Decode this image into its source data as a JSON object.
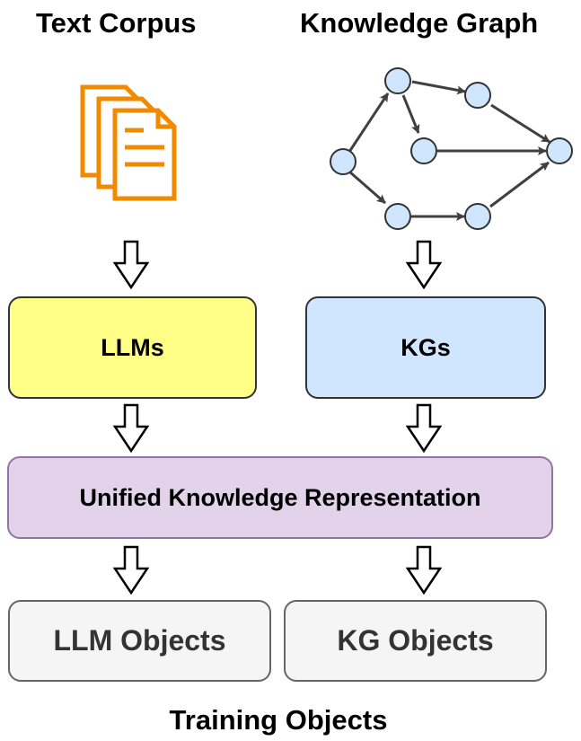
{
  "headings": {
    "text_corpus": "Text Corpus",
    "knowledge_graph": "Knowledge Graph",
    "training_objects": "Training Objects"
  },
  "boxes": {
    "llms": "LLMs",
    "kgs": "KGs",
    "unified": "Unified Knowledge Representation",
    "llm_objects": "LLM Objects",
    "kg_objects": "KG Objects"
  },
  "icons": {
    "corpus": "documents-icon",
    "graph": "knowledge-graph-icon",
    "arrow": "hollow-down-arrow-icon"
  },
  "colors": {
    "document_orange": "#f08a00",
    "node_fill": "#d0e6ff",
    "llms_fill": "#ffff88",
    "kgs_fill": "#d0e6ff",
    "unified_fill": "#e2d3ea",
    "unified_border": "#9673a6",
    "objects_fill": "#f5f5f5"
  }
}
